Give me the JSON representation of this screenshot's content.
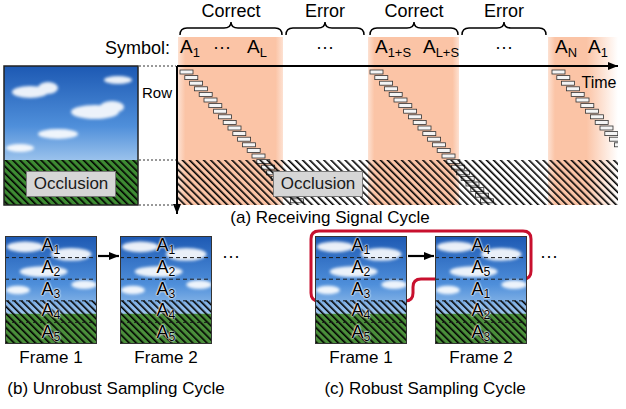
{
  "diagram": {
    "nodes": [
      {
        "text": [
          "Occlusion"
        ]
      },
      {
        "text": [
          "Occlusion"
        ]
      },
      {
        "text": [
          "A1",
          "A2",
          "A3",
          "A4",
          "A5",
          "Frame 1"
        ]
      },
      {
        "text": [
          "A1",
          "A2",
          "A3",
          "A4",
          "A5",
          "Frame 2"
        ]
      },
      {
        "text": [
          "A1",
          "A2",
          "A3",
          "A4",
          "A5",
          "Frame 1"
        ]
      },
      {
        "text": [
          "A4",
          "A5",
          "A1",
          "A2",
          "A3",
          "Frame 2"
        ]
      }
    ],
    "edges": [
      {
        "from": 2,
        "to": 3,
        "arrow": "to"
      },
      {
        "from": 4,
        "to": 5,
        "arrow": "to"
      }
    ],
    "labels": [
      "Correct",
      "Error",
      "Correct",
      "Error",
      "Symbol:",
      "A1",
      "···",
      "AL",
      "···",
      "A1+S",
      "AL+S",
      "···",
      "AN",
      "A1",
      "Time",
      "Row",
      "(a) Receiving Signal Cycle",
      "···",
      "(b) Unrobust Sampling Cycle",
      "···",
      "(c) Robust Sampling Cycle"
    ]
  }
}
